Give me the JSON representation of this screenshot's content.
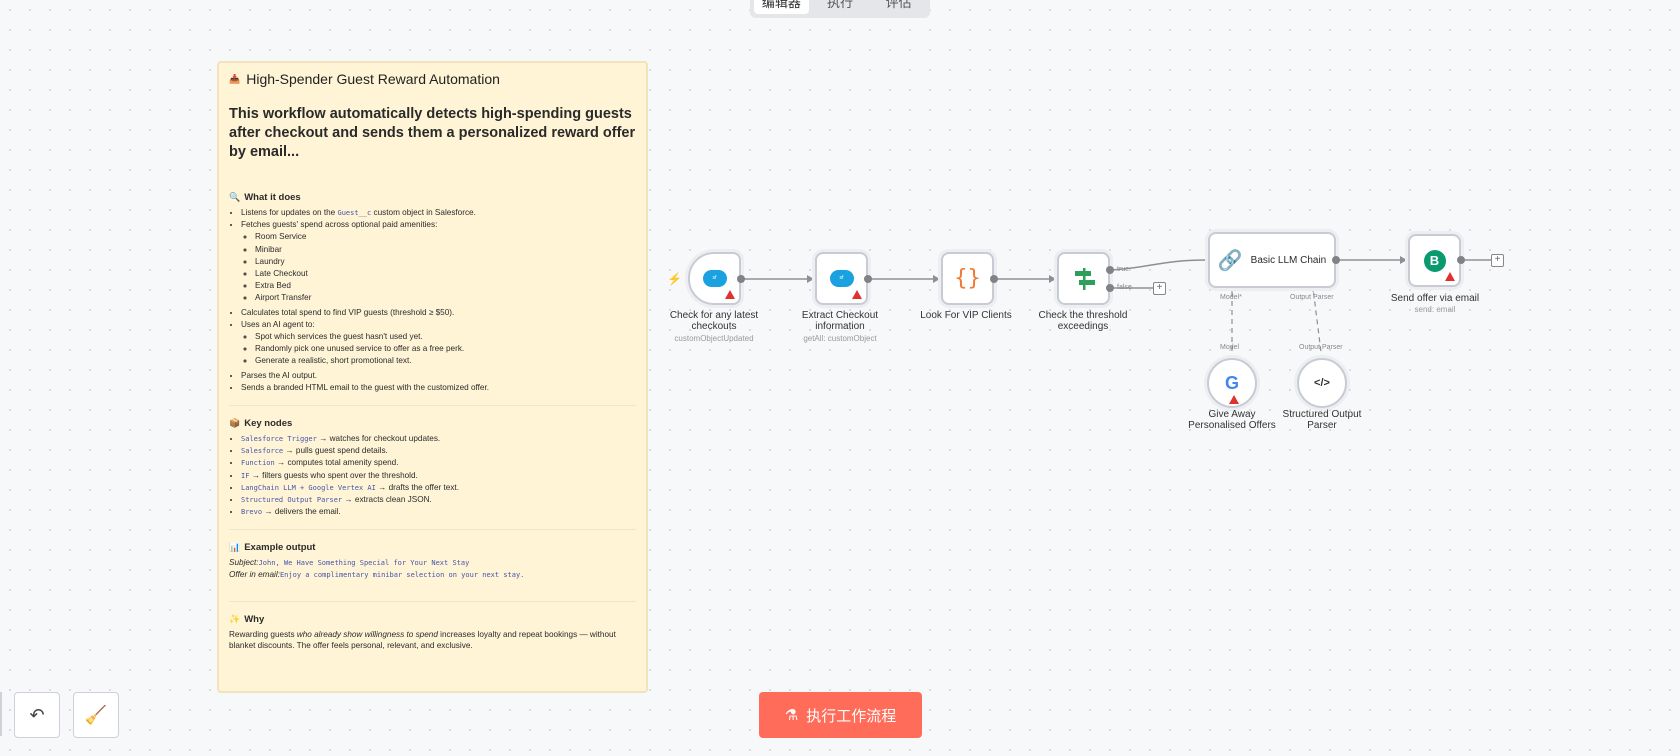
{
  "tabs": [
    "编辑器",
    "执行",
    "评估"
  ],
  "note": {
    "title_icon": "📥",
    "title": "High-Spender Guest Reward Automation",
    "lead": "This workflow automatically detects high-spending guests after checkout and sends them a personalized reward offer by email...",
    "what": {
      "icon": "🔍",
      "title": "What it does",
      "items": [
        {
          "pre": "Listens for updates on the ",
          "code": "Guest__c",
          "post": " custom object in Salesforce."
        },
        {
          "pre": "Fetches guests' spend across optional paid amenities:",
          "code": "",
          "post": ""
        }
      ],
      "amenities": [
        "Room Service",
        "Minibar",
        "Laundry",
        "Late Checkout",
        "Extra Bed",
        "Airport Transfer"
      ],
      "items2": [
        "Calculates total spend to find VIP guests (threshold ≥ $50).",
        "Uses an AI agent to:"
      ],
      "agent": [
        "Spot which services the guest hasn't used yet.",
        "Randomly pick one unused service to offer as a free perk.",
        "Generate a realistic, short promotional text."
      ],
      "items3": [
        "Parses the AI output.",
        "Sends a branded HTML email to the guest with the customized offer."
      ]
    },
    "key": {
      "icon": "📦",
      "title": "Key nodes",
      "items": [
        {
          "code": "Salesforce Trigger",
          "text": " → watches for checkout updates."
        },
        {
          "code": "Salesforce",
          "text": " → pulls guest spend details."
        },
        {
          "code": "Function",
          "text": " → computes total amenity spend."
        },
        {
          "code": "IF",
          "text": " → filters guests who spent over the threshold."
        },
        {
          "code": "LangChain LLM + Google Vertex AI",
          "text": " → drafts the offer text."
        },
        {
          "code": "Structured Output Parser",
          "text": " → extracts clean JSON."
        },
        {
          "code": "Brevo",
          "text": " → delivers the email."
        }
      ]
    },
    "example": {
      "icon": "📊",
      "title": "Example output",
      "subject_label": "Subject:",
      "subject": "John, We Have Something Special for Your Next Stay",
      "offer_label": "Offer in email:",
      "offer": "Enjoy a complimentary minibar selection on your next stay."
    },
    "why": {
      "icon": "✨",
      "title": "Why",
      "pre": "Rewarding guests ",
      "em": "who already show willingness to spend",
      "post": " increases loyalty and repeat bookings — without blanket discounts. The offer feels personal, relevant, and exclusive."
    }
  },
  "nodes": {
    "n1": {
      "label": "Check for any latest checkouts",
      "sub": "customObjectUpdated",
      "icon": "salesforce-icon"
    },
    "n2": {
      "label": "Extract Checkout information",
      "sub": "getAll: customObject",
      "icon": "salesforce-icon"
    },
    "n3": {
      "label": "Look For VIP Clients",
      "icon": "code-braces-icon"
    },
    "n4": {
      "label": "Check the threshold exceedings",
      "icon": "signpost-icon",
      "true_label": "true",
      "false_label": "false"
    },
    "n5": {
      "label": "Basic LLM Chain",
      "icon": "link-icon",
      "model_label": "Model*",
      "parser_label": "Output Parser"
    },
    "n6": {
      "label": "Send offer via email",
      "sub": "send: email",
      "icon": "brevo-icon",
      "icon_text": "B"
    },
    "n7": {
      "label": "Give Away Personalised Offers",
      "port_label": "Model",
      "icon": "google-icon",
      "icon_text": "G"
    },
    "n8": {
      "label": "Structured Output Parser",
      "port_label": "Output Parser",
      "icon": "code-tag-icon",
      "icon_text": "</>"
    }
  },
  "run_button": "执行工作流程",
  "colors": {
    "accent": "#ff6d5a",
    "note_bg": "#fff4d6",
    "warning": "#e03131"
  }
}
